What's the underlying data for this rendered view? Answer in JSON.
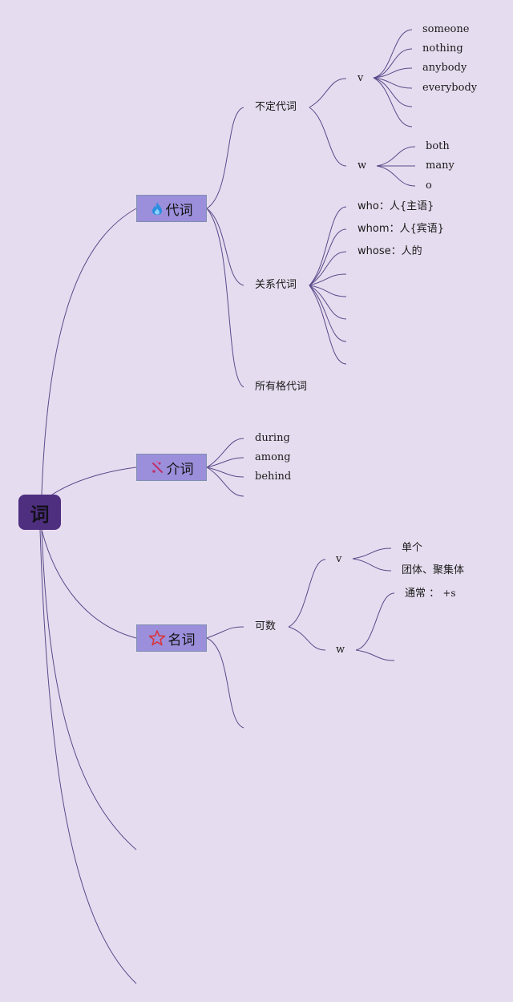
{
  "root": "词",
  "branches": {
    "pronoun": {
      "label": "代词",
      "icon": "flame-icon",
      "icon_color": "#2a8fe0",
      "indefinite": {
        "label": "不定代词",
        "v": {
          "label": "v",
          "items": [
            "someone",
            "nothing",
            "anybody",
            "everybody"
          ]
        },
        "w": {
          "label": "w",
          "items": [
            "both",
            "many",
            "o"
          ]
        }
      },
      "relative": {
        "label": "关系代词",
        "items": [
          "who：人{主语}",
          "whom：人{宾语}",
          "whose：人的"
        ]
      },
      "possessive": {
        "label": "所有格代词"
      }
    },
    "preposition": {
      "label": "介词",
      "icon": "sparkle-icon",
      "icon_color": "#c0306a",
      "items": [
        "during",
        "among",
        "behind"
      ]
    },
    "noun": {
      "label": "名词",
      "icon": "star-icon",
      "icon_color": "#d8343c",
      "countable": {
        "label": "可数",
        "v": {
          "label": "v",
          "items": [
            "单个",
            "团体、聚集体"
          ]
        },
        "w": {
          "label": "w",
          "rule_label": "通常",
          "rule_sep": "：",
          "rule_value": "+s"
        }
      }
    }
  },
  "colors": {
    "background": "#e6dcef",
    "root_fill": "#4e2f7f",
    "box_fill": "#9b8fdb",
    "line": "#5a4a8a"
  }
}
